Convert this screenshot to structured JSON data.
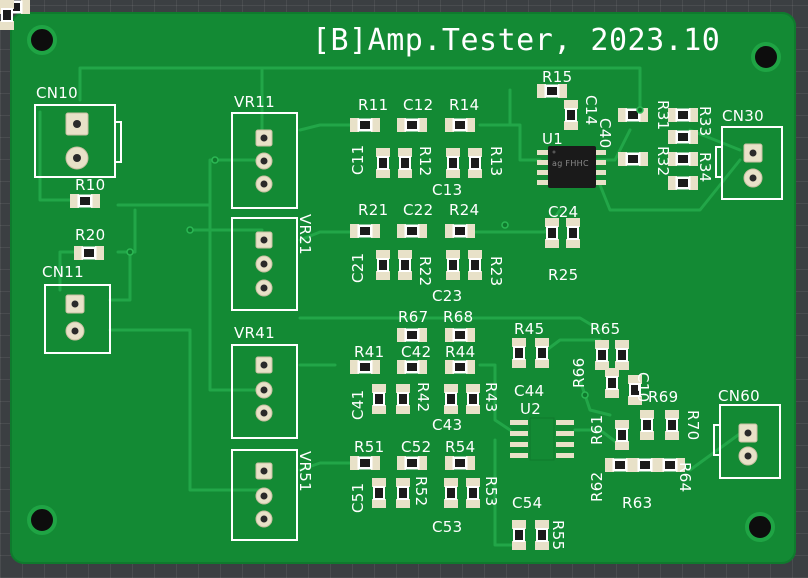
{
  "board": {
    "title": "[B]Amp.Tester, 2023.10",
    "colors": {
      "substrate": "#138a34",
      "trace": "#1fa444",
      "silkscreen": "#ffffff",
      "pad": "#e8e1c8"
    }
  },
  "labels": {
    "cn10": "CN10",
    "cn11": "CN11",
    "cn30": "CN30",
    "cn60": "CN60",
    "vr11": "VR11",
    "vr21": "VR21",
    "vr41": "VR41",
    "vr51": "VR51",
    "r10": "R10",
    "r20": "R20",
    "r11": "R11",
    "c12": "C12",
    "r14": "R14",
    "r15": "R15",
    "c14": "C14",
    "u1": "U1",
    "c40": "C40",
    "c11": "C11",
    "r12": "R12",
    "c13": "C13",
    "r13": "R13",
    "r31": "R31",
    "r33": "R33",
    "r32": "R32",
    "r34": "R34",
    "r21": "R21",
    "c22": "C22",
    "r24": "R24",
    "c24": "C24",
    "c21": "C21",
    "r22": "R22",
    "c23": "C23",
    "r23": "R23",
    "r25": "R25",
    "r67": "R67",
    "r68": "R68",
    "r45": "R45",
    "r65": "R65",
    "r41": "R41",
    "c42": "C42",
    "r44": "R44",
    "r66": "R66",
    "c10": "C10",
    "c44": "C44",
    "c41": "C41",
    "r42": "R42",
    "r43": "R43",
    "c43": "C43",
    "u2": "U2",
    "r69": "R69",
    "r70": "R70",
    "r61": "R61",
    "r51": "R51",
    "c52": "C52",
    "r54": "R54",
    "c51": "C51",
    "r52": "R52",
    "r53": "R53",
    "c53": "C53",
    "c54": "C54",
    "r55": "R55",
    "r62": "R62",
    "r63": "R63",
    "r64": "R64"
  },
  "chip_marking": "ag FHHC"
}
